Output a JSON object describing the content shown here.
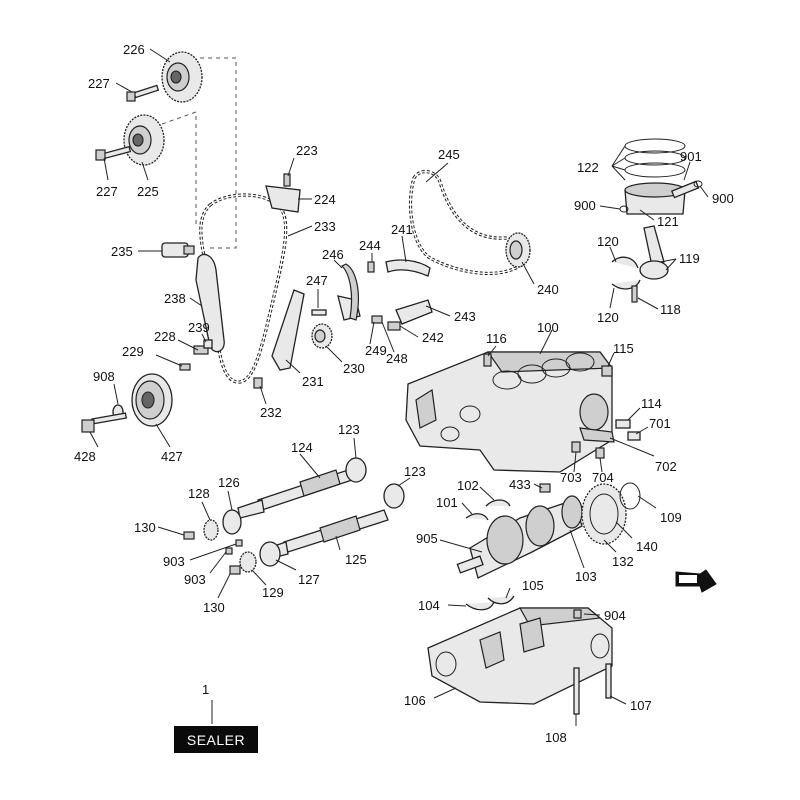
{
  "callouts": [
    {
      "id": "226"
    },
    {
      "id": "227a",
      "text": "227"
    },
    {
      "id": "227b",
      "text": "227"
    },
    {
      "id": "225"
    },
    {
      "id": "223"
    },
    {
      "id": "224"
    },
    {
      "id": "233"
    },
    {
      "id": "245"
    },
    {
      "id": "235"
    },
    {
      "id": "241"
    },
    {
      "id": "244"
    },
    {
      "id": "246"
    },
    {
      "id": "247"
    },
    {
      "id": "240"
    },
    {
      "id": "238"
    },
    {
      "id": "243"
    },
    {
      "id": "242"
    },
    {
      "id": "228"
    },
    {
      "id": "239"
    },
    {
      "id": "229"
    },
    {
      "id": "249"
    },
    {
      "id": "248"
    },
    {
      "id": "230"
    },
    {
      "id": "231"
    },
    {
      "id": "908"
    },
    {
      "id": "232"
    },
    {
      "id": "428"
    },
    {
      "id": "427"
    },
    {
      "id": "122"
    },
    {
      "id": "901"
    },
    {
      "id": "900a",
      "text": "900"
    },
    {
      "id": "900b",
      "text": "900"
    },
    {
      "id": "121"
    },
    {
      "id": "120a",
      "text": "120"
    },
    {
      "id": "120b",
      "text": "120"
    },
    {
      "id": "119"
    },
    {
      "id": "118"
    },
    {
      "id": "116"
    },
    {
      "id": "100"
    },
    {
      "id": "115"
    },
    {
      "id": "114"
    },
    {
      "id": "701"
    },
    {
      "id": "702"
    },
    {
      "id": "703"
    },
    {
      "id": "704"
    },
    {
      "id": "433"
    },
    {
      "id": "124"
    },
    {
      "id": "123a",
      "text": "123"
    },
    {
      "id": "123b",
      "text": "123"
    },
    {
      "id": "128"
    },
    {
      "id": "126"
    },
    {
      "id": "130a",
      "text": "130"
    },
    {
      "id": "130b",
      "text": "130"
    },
    {
      "id": "903a",
      "text": "903"
    },
    {
      "id": "903b",
      "text": "903"
    },
    {
      "id": "127"
    },
    {
      "id": "125"
    },
    {
      "id": "129"
    },
    {
      "id": "102"
    },
    {
      "id": "101"
    },
    {
      "id": "109"
    },
    {
      "id": "905"
    },
    {
      "id": "140"
    },
    {
      "id": "132"
    },
    {
      "id": "103"
    },
    {
      "id": "104"
    },
    {
      "id": "105"
    },
    {
      "id": "904"
    },
    {
      "id": "106"
    },
    {
      "id": "107"
    },
    {
      "id": "108"
    },
    {
      "id": "1"
    }
  ],
  "sealer_label": "SEALER",
  "colors": {
    "ink": "#111111",
    "part_fill": "#e9e9e9",
    "sealer_bg": "#0a0a0a",
    "sealer_text": "#ffffff"
  },
  "icons": {
    "front_arrow": "front-direction-arrow-icon"
  }
}
